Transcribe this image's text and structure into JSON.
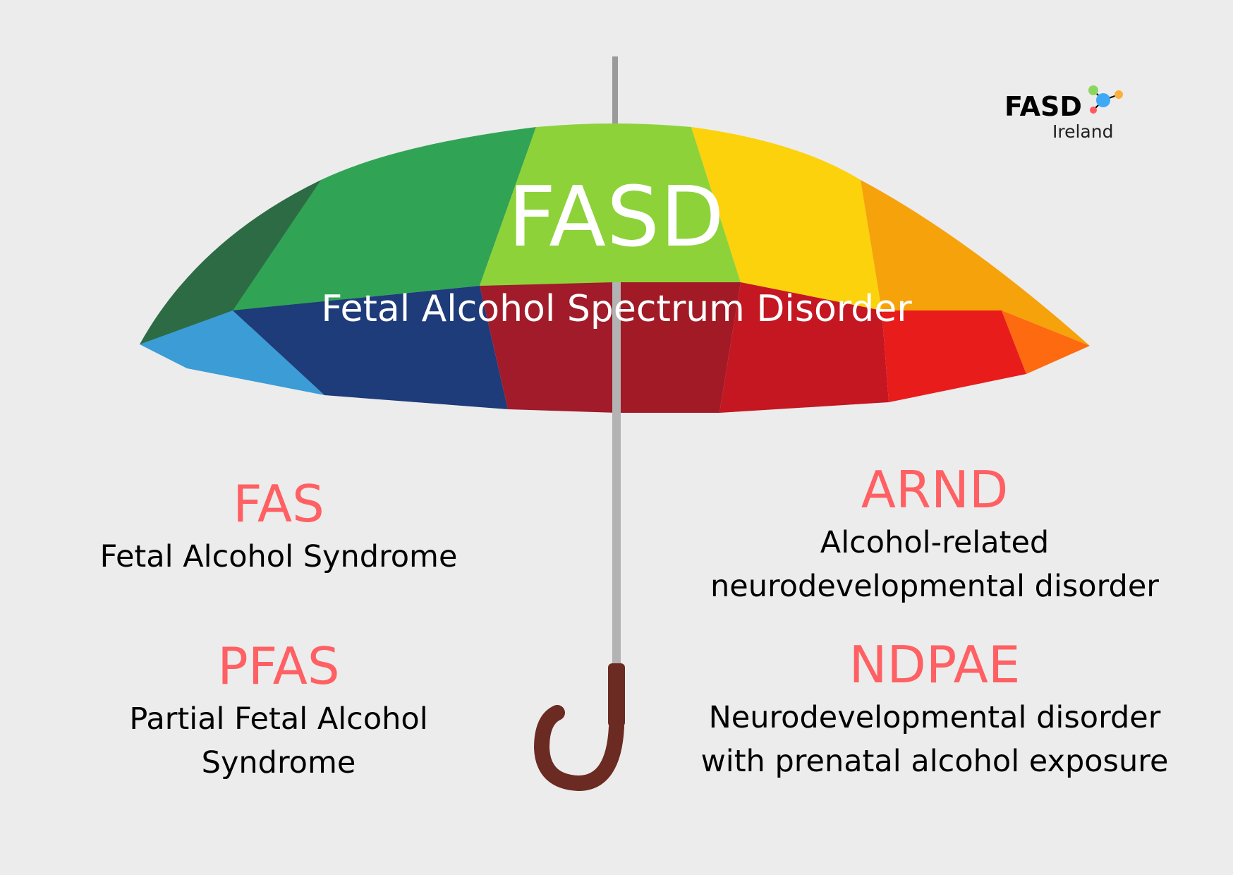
{
  "logo": {
    "main": "FASD",
    "sub": "Ireland",
    "dot_colors": [
      "#8cd65e",
      "#3fa9f5",
      "#fbb03b",
      "#ff5a5f"
    ]
  },
  "header": {
    "title": "FASD",
    "subtitle": "Fetal Alcohol Spectrum Disorder"
  },
  "conditions": [
    {
      "abbr": "FAS",
      "lines": [
        "Fetal Alcohol Syndrome"
      ]
    },
    {
      "abbr": "PFAS",
      "lines": [
        "Partial Fetal Alcohol",
        "Syndrome"
      ]
    },
    {
      "abbr": "ARND",
      "lines": [
        "Alcohol-related",
        "neurodevelopmental disorder"
      ]
    },
    {
      "abbr": "NDPAE",
      "lines": [
        "Neurodevelopmental disorder",
        "with prenatal alcohol exposure"
      ]
    }
  ],
  "colors": {
    "background": "#ececec",
    "accent": "#ff6063",
    "text": "#000000"
  }
}
